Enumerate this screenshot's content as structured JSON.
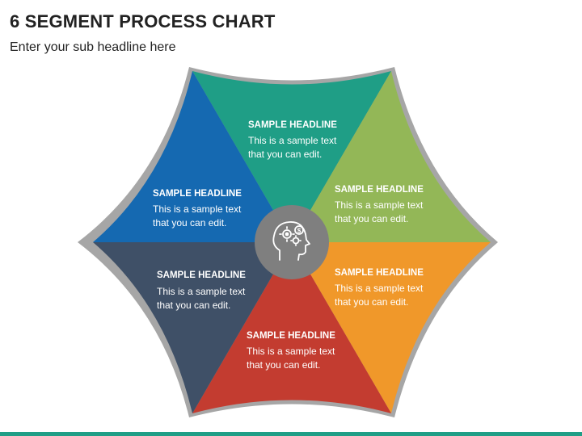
{
  "title": "6 SEGMENT PROCESS CHART",
  "subtitle": "Enter your sub headline here",
  "segments": [
    {
      "id": "top",
      "color": "#1f9e86",
      "headline": "SAMPLE HEADLINE",
      "text_line1": "This is a sample text",
      "text_line2": "that you can edit."
    },
    {
      "id": "upper-right",
      "color": "#93b757",
      "headline": "SAMPLE HEADLINE",
      "text_line1": "This is a sample text",
      "text_line2": "that you can edit."
    },
    {
      "id": "lower-right",
      "color": "#f0982a",
      "headline": "SAMPLE HEADLINE",
      "text_line1": "This is a sample text",
      "text_line2": "that you can edit."
    },
    {
      "id": "bottom",
      "color": "#c33c30",
      "headline": "SAMPLE HEADLINE",
      "text_line1": "This is a sample text",
      "text_line2": "that you can edit."
    },
    {
      "id": "lower-left",
      "color": "#3f5067",
      "headline": "SAMPLE HEADLINE",
      "text_line1": "This is a sample text",
      "text_line2": "that you can edit."
    },
    {
      "id": "upper-left",
      "color": "#1569b1",
      "headline": "SAMPLE HEADLINE",
      "text_line1": "This is a sample text",
      "text_line2": "that you can edit."
    }
  ],
  "center_icon": "head-gears-dollar-icon",
  "colors": {
    "outline": "#a6a6a6",
    "center": "#7f7f7f",
    "accent_bar": "#1f9e86"
  }
}
